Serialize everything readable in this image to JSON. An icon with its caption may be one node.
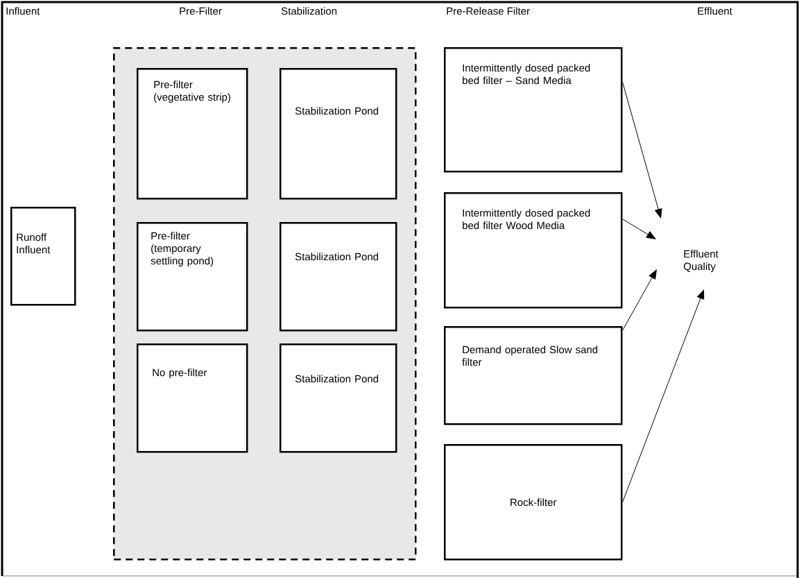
{
  "diagram": {
    "nodes": [
      {
        "text": [
          "Runoff Influent"
        ]
      },
      {
        "text": [],
        "shape": "box"
      },
      {
        "text": [
          "Pre-filter (vegetative strip)"
        ],
        "in": 1
      },
      {
        "text": [
          "Stabilization Pond"
        ],
        "in": 1
      },
      {
        "text": [
          "Pre-filter (temporary settling pond)"
        ],
        "in": 1
      },
      {
        "text": [
          "Stabilization Pond"
        ],
        "in": 1
      },
      {
        "text": [
          "No pre-filter"
        ],
        "in": 1
      },
      {
        "text": [
          "Stabilization Pond"
        ],
        "in": 1
      },
      {
        "text": [
          "Intermittently dosed packed bed filter – Sand Media"
        ]
      },
      {
        "text": [
          "Intermittently dosed packed bed filter Wood Media"
        ]
      },
      {
        "text": [
          "Demand operated Slow sand filter"
        ]
      },
      {
        "text": [
          "Rock-filter"
        ]
      },
      {
        "text": [
          "Effluent Quality"
        ]
      }
    ],
    "edges": [
      {
        "from": 8,
        "to": 12,
        "arrow": "to"
      },
      {
        "from": 9,
        "to": 12,
        "arrow": "to"
      },
      {
        "from": 10,
        "to": 12,
        "arrow": "to"
      },
      {
        "from": 11,
        "to": 12,
        "arrow": "to"
      }
    ],
    "labels": [
      "Influent",
      "Pre-Filter",
      "Stabilization",
      "Pre-Release Filter",
      "Effluent"
    ]
  }
}
